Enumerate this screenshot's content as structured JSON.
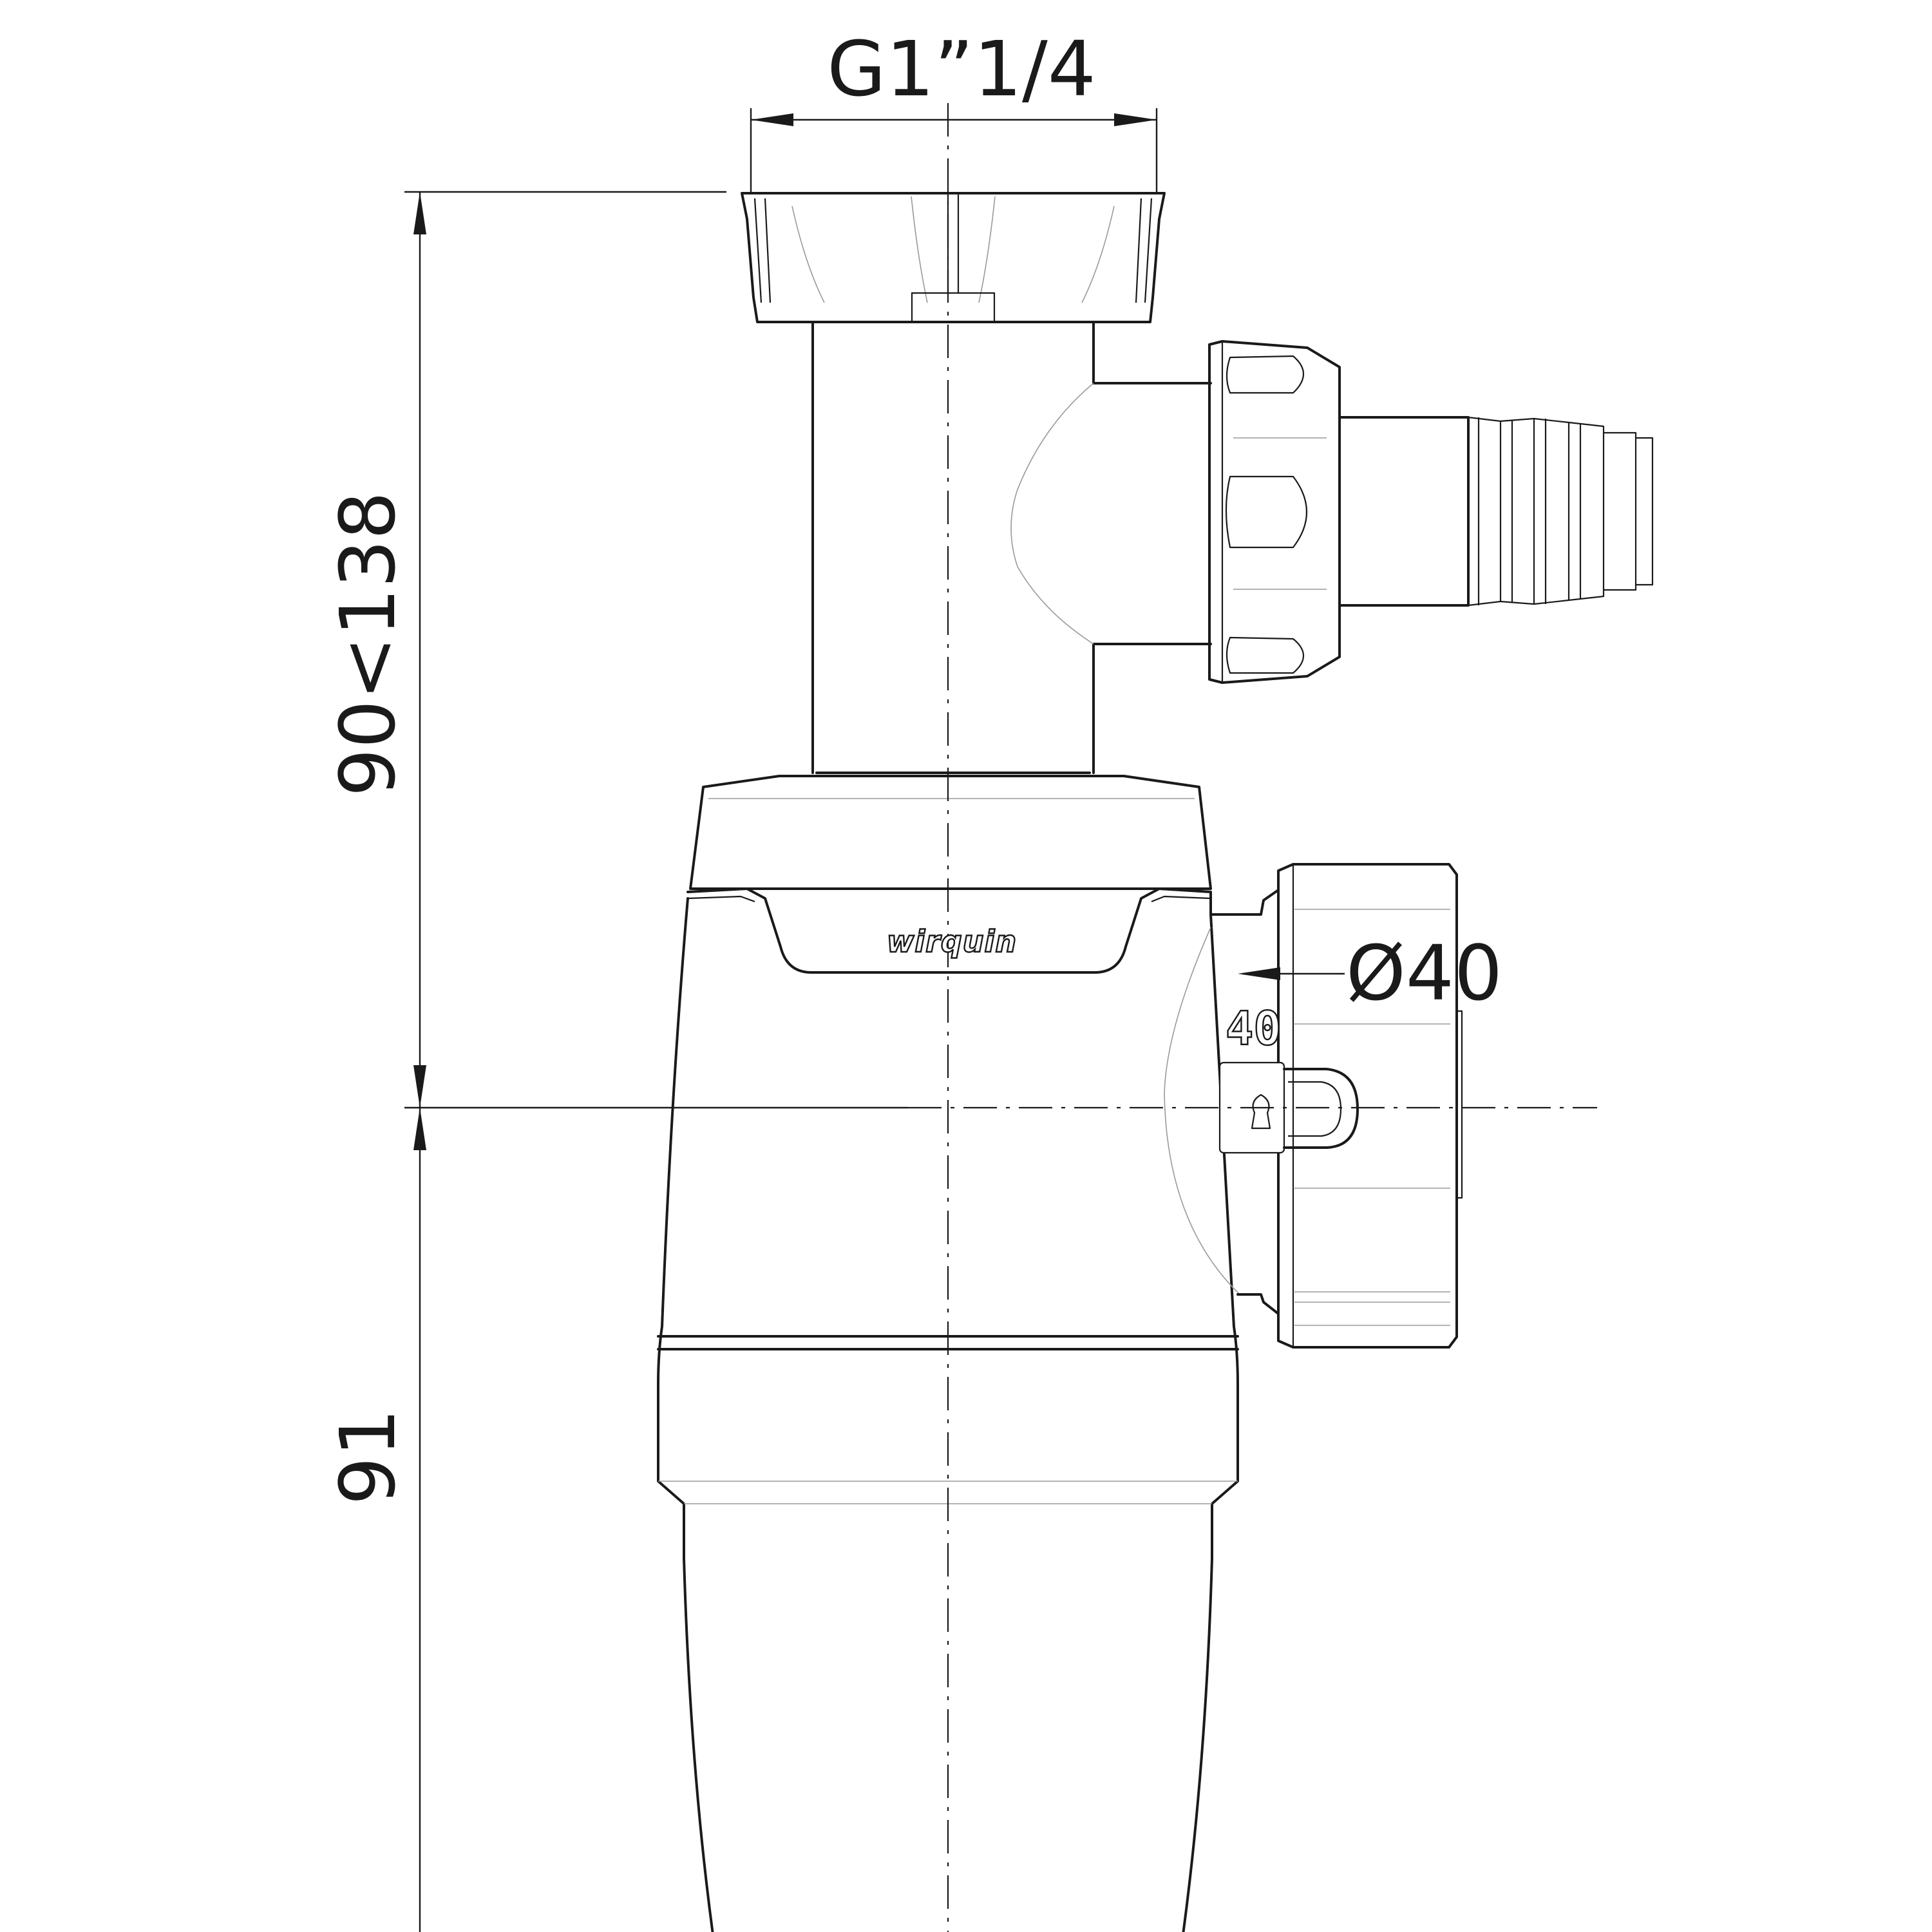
{
  "dimensions": {
    "top_thread": "G1”1/4",
    "upper_height": "90<138",
    "lower_height": "91",
    "outlet_diameter": "Ø40"
  },
  "body_marks": {
    "brand": "wirquin",
    "size_mark": "40"
  },
  "colors": {
    "line": "#1a1a1a",
    "hidden_line": "#9a9a9a",
    "background": "#ffffff"
  }
}
